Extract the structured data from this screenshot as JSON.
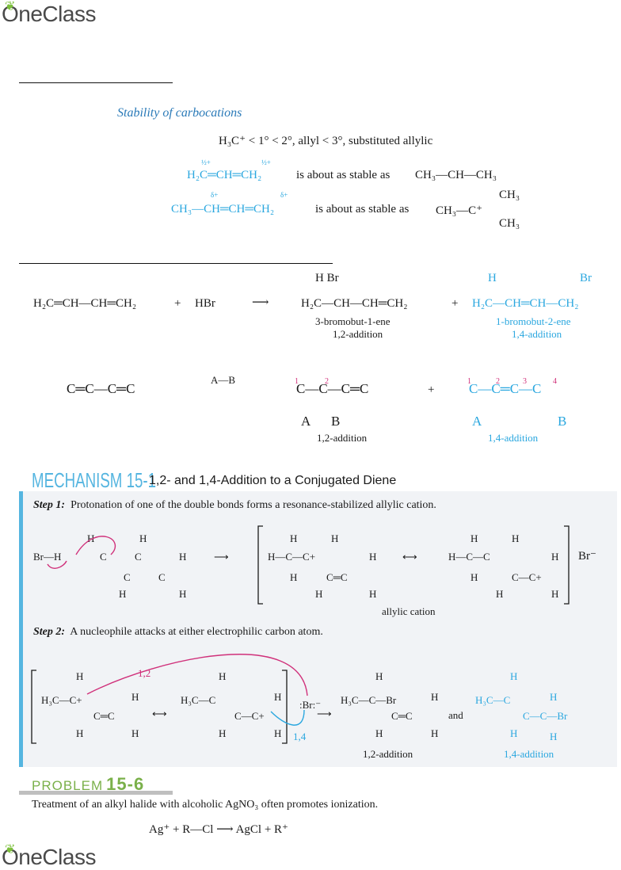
{
  "header": {
    "logo_text": "OneClass"
  },
  "footer": {
    "logo_text": "OneClass"
  },
  "stability": {
    "title": "Stability of carbocations",
    "order_line": "H₃C⁺ < 1° < 2°, allyl < 3°, substituted allylic",
    "row1_left": "H₂C═CH═CH₂",
    "row1_mid": "is about as stable as",
    "row1_right": "CH₃—CH—CH₃",
    "row2_left": "CH₃—CH═CH═CH₂",
    "row2_mid": "is about as stable as",
    "row2_right": "CH₃—C⁺",
    "row2_ch3_top": "CH₃",
    "row2_ch3_bot": "CH₃",
    "half_plus": "½+",
    "delta_plus": "δ+"
  },
  "addition": {
    "reactant": "H₂C═CH—CH═CH₂",
    "plus1": "+",
    "reagent": "HBr",
    "arrow": "⟶",
    "p12_top": "H   Br",
    "p12_formula": "H₂C—CH—CH═CH₂",
    "p12_name": "3-bromobut-1-ene",
    "p12_type": "1,2-addition",
    "plus2": "+",
    "p14_top_h": "H",
    "p14_top_br": "Br",
    "p14_formula": "H₂C—CH═CH—CH₂",
    "p14_name": "1-bromobut-2-ene",
    "p14_type": "1,4-addition"
  },
  "general": {
    "diene": "C═C—C═C",
    "reagent": "A—B",
    "p12_chain": "C—C—C═C",
    "p12_A": "A",
    "p12_B": "B",
    "p12_type": "1,2-addition",
    "plus": "+",
    "p14_chain": "C—C═C—C",
    "p14_A": "A",
    "p14_B": "B",
    "p14_type": "1,4-addition",
    "nums12": [
      "1",
      "2"
    ],
    "nums14": [
      "1",
      "2",
      "3",
      "4"
    ]
  },
  "mechanism": {
    "title": "MECHANISM 15-1",
    "subtitle": "1,2- and 1,4-Addition to a Conjugated Diene",
    "step1_label": "Step 1:",
    "step1_text": "Protonation of one of the double bonds forms a resonance-stabilized allylic cation.",
    "step1_caption": "allylic cation",
    "bromide": "Br⁻",
    "step2_label": "Step 2:",
    "step2_text": "A nucleophile attacks at either electrophilic carbon atom.",
    "arrow12": "1,2",
    "arrow14": "1,4",
    "nucleophile": ":Br:⁻",
    "and_text": "and",
    "prod12_caption": "1,2-addition",
    "prod14_caption": "1,4-addition"
  },
  "problem": {
    "label": "PROBLEM",
    "number": "15-6",
    "text": "Treatment of an alkyl halide with alcoholic AgNO₃ often promotes ionization.",
    "equation": "Ag⁺  +  R—Cl  ⟶  AgCl  +  R⁺"
  },
  "colors": {
    "blue": "#2aa7df",
    "pink": "#d0307a",
    "green": "#7ab04a",
    "mech_blue": "#55b5e0"
  }
}
